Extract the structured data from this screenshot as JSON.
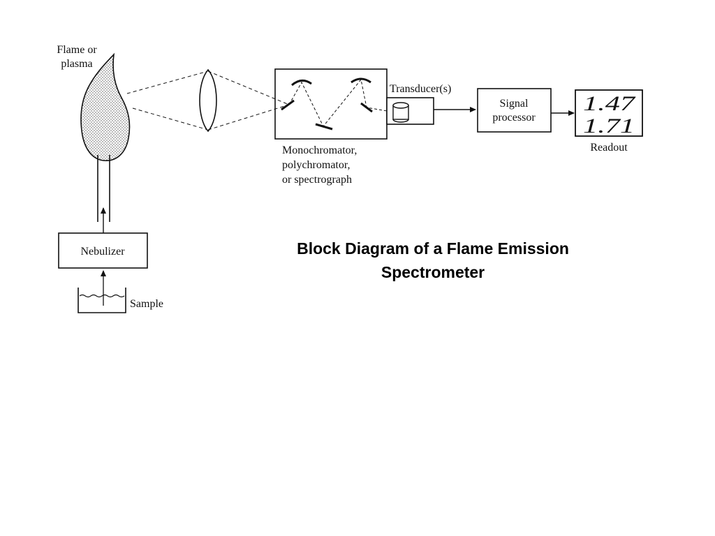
{
  "diagram": {
    "labels": {
      "flame_line1": "Flame or",
      "flame_line2": "plasma",
      "nebulizer": "Nebulizer",
      "sample": "Sample",
      "transducer": "Transducer(s)",
      "mono_line1": "Monochromator,",
      "mono_line2": "polychromator,",
      "mono_line3": "or spectrograph",
      "signal_line1": "Signal",
      "signal_line2": "processor",
      "readout": "Readout"
    },
    "readout_values": [
      "1.47",
      "1.71"
    ],
    "colors": {
      "ink": "#111111",
      "flame_fill": "#d9d9d9",
      "background": "#ffffff"
    }
  },
  "title": {
    "line1": "Block Diagram of a Flame Emission",
    "line2": "Spectrometer"
  }
}
